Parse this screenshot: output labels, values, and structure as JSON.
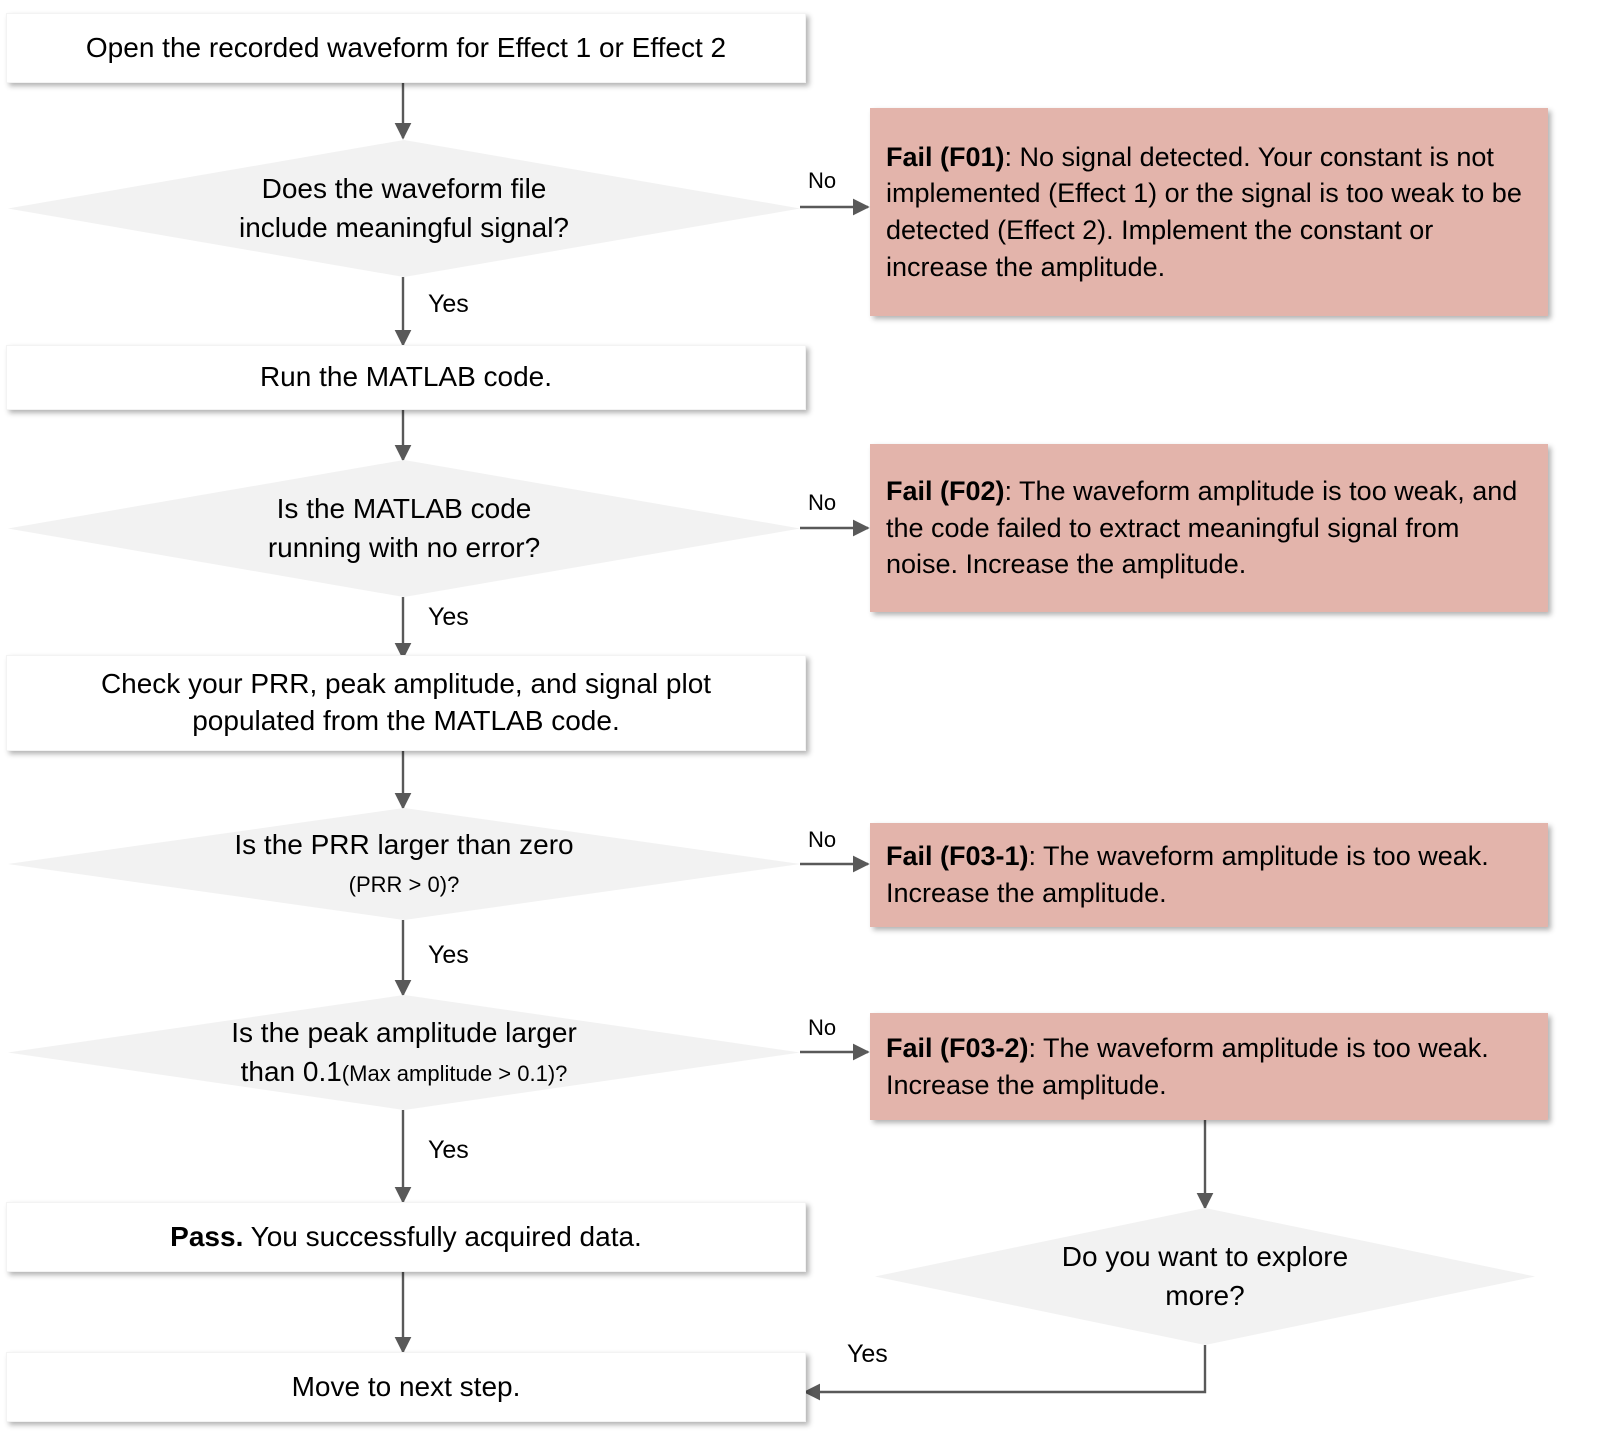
{
  "diagram": {
    "title": "Waveform data acquisition troubleshooting flowchart",
    "colors": {
      "process_fill": "#ffffff",
      "decision_fill": "#f2f2f2",
      "fail_fill": "#e3b4ab",
      "connector": "#595959",
      "text": "#000000"
    }
  },
  "nodes": {
    "open_waveform": {
      "type": "process",
      "text": "Open the recorded waveform for Effect 1 or Effect 2"
    },
    "q_meaningful_signal": {
      "type": "decision",
      "line1": "Does the waveform file",
      "line2": "include meaningful signal?"
    },
    "run_matlab": {
      "type": "process",
      "text": "Run the MATLAB code."
    },
    "q_no_error": {
      "type": "decision",
      "line1": "Is the MATLAB code",
      "line2": "running with no error?"
    },
    "check_prr": {
      "type": "process",
      "line1": "Check your PRR, peak amplitude, and signal plot",
      "line2": "populated from the MATLAB code."
    },
    "q_prr_gt_zero": {
      "type": "decision",
      "line1": "Is the PRR  larger than zero",
      "line2": "(PRR > 0)?"
    },
    "q_peak_amp": {
      "type": "decision",
      "line1": "Is the peak amplitude larger",
      "line2_main": "than 0.1",
      "line2_paren": "(Max amplitude > 0.1)?"
    },
    "pass": {
      "type": "process",
      "bold": "Pass.",
      "rest": " You successfully acquired data."
    },
    "move_next": {
      "type": "process",
      "text": "Move to next step."
    },
    "q_explore_more": {
      "type": "decision",
      "line1": "Do you want to explore",
      "line2": "more?"
    }
  },
  "fails": {
    "f01": {
      "label": "Fail (F01)",
      "body": ": No signal detected. Your constant is not implemented (Effect 1) or the signal is too weak to be detected (Effect 2). Implement the constant or increase the amplitude."
    },
    "f02": {
      "label": "Fail (F02)",
      "body": ": The waveform amplitude is too weak, and the code failed to extract meaningful signal from noise. Increase the amplitude."
    },
    "f03_1": {
      "label": "Fail (F03-1)",
      "body": ": The waveform amplitude is too weak. Increase the amplitude."
    },
    "f03_2": {
      "label": "Fail (F03-2)",
      "body": ": The waveform amplitude is too weak. Increase the amplitude."
    }
  },
  "edge_labels": {
    "no_1": "No",
    "yes_1": "Yes",
    "no_2": "No",
    "yes_2": "Yes",
    "no_3": "No",
    "yes_3": "Yes",
    "no_4": "No",
    "yes_4": "Yes",
    "yes_explore": "Yes"
  }
}
